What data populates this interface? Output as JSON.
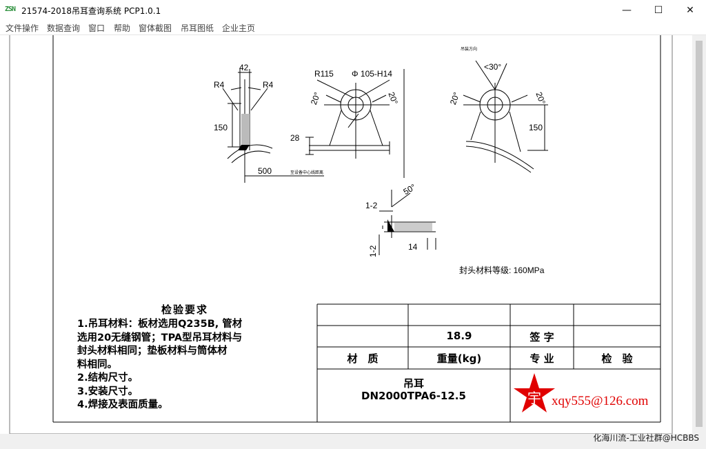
{
  "window": {
    "title": "21574-2018吊耳查询系统  PCP1.0.1",
    "icon_label": "ZSN",
    "controls": {
      "minimize": "—",
      "maximize": "☐",
      "close": "✕"
    }
  },
  "menu": [
    "文件操作",
    "数据查询",
    "窗口",
    "帮助",
    "窗体截图",
    "吊耳图纸",
    "企业主页"
  ],
  "drawing": {
    "dims": {
      "d42": "42",
      "r4_left": "R4",
      "r4_right": "R4",
      "d150_left": "150",
      "d500": "500",
      "to_center_note": "至设备中心线距离",
      "d28": "28",
      "r115": "R115",
      "phi": "Φ 105-H14",
      "deg20_a": "20°",
      "deg20_b": "20°",
      "deg20_c": "20°",
      "deg20_d": "20°",
      "lift_dir": "吊装方向",
      "deg30": "<30°",
      "d150_right": "150",
      "deg50": "50°",
      "weld_top": "1-2",
      "weld_side": "1-2",
      "d14": "14"
    },
    "head_material": "封头材料等级: 160MPa",
    "requirements": {
      "title": "检验要求",
      "items": [
        "1.吊耳材料：板材选用Q235B, 管材",
        "选用20无缝钢管；TPA型吊耳材料与",
        "封头材料相同；垫板材料与筒体材",
        "料相同。",
        "2.结构尺寸。",
        "3.安装尺寸。",
        "4.焊接及表面质量。"
      ]
    },
    "table": {
      "weight_value": "18.9",
      "sign_label": "签 字",
      "material_label": "材　质",
      "weight_label": "重量(kg)",
      "specialty_label": "专 业",
      "inspect_label": "检　验",
      "part_name": "吊耳",
      "part_code": "DN2000TPA6-12.5"
    },
    "stamp": {
      "char": "宇",
      "email": "xqy555@126.com",
      "color": "#e00000"
    }
  },
  "status": {
    "watermark": "化海川流-工业社群@HCBBS"
  }
}
